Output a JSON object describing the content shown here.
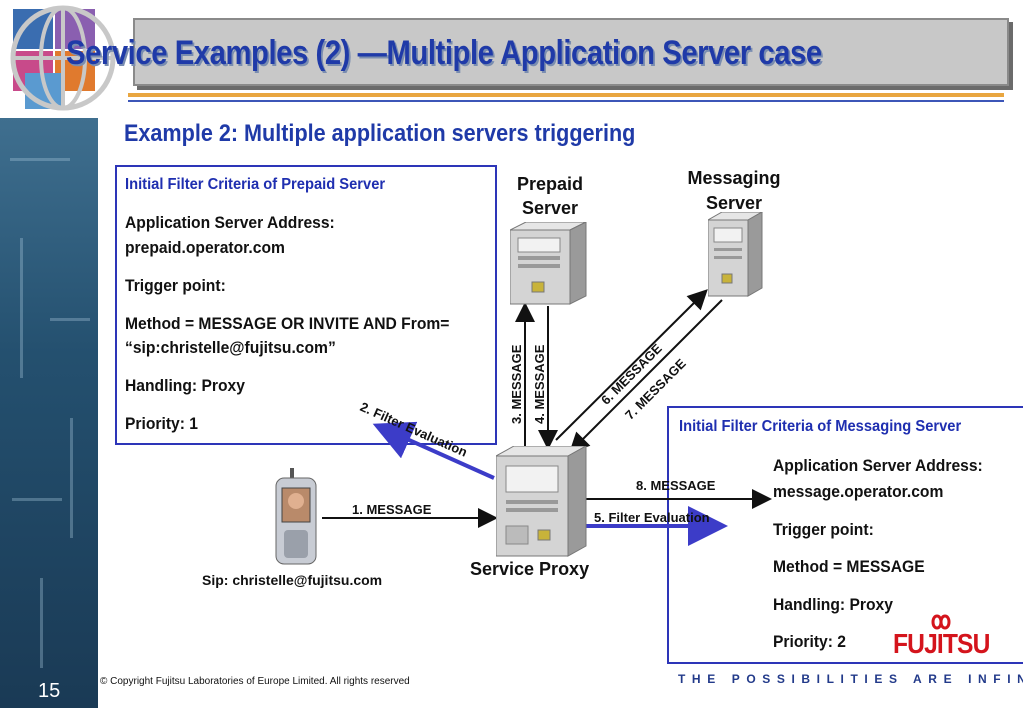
{
  "slide": {
    "title": "Service Examples (2) —Multiple Application Server case",
    "subtitle": "Example 2: Multiple application servers triggering",
    "page_number": "15",
    "copyright": "© Copyright Fujitsu Laboratories of  Europe Limited. All rights reserved",
    "tagline": "THE POSSIBILITIES ARE INFINITE",
    "brand": "FUJITSU"
  },
  "prepaid_ifc": {
    "header": "Initial Filter Criteria of Prepaid Server",
    "lines": [
      "Application Server Address:",
      "prepaid.operator.com",
      "Trigger point:",
      "Method = MESSAGE OR INVITE AND From=",
      "“sip:christelle@fujitsu.com”",
      "Handling: Proxy",
      "Priority: 1"
    ]
  },
  "messaging_ifc": {
    "header": "Initial Filter Criteria of Messaging Server",
    "lines": [
      "Application Server Address:",
      "message.operator.com",
      "Trigger point:",
      "Method = MESSAGE",
      "Handling: Proxy",
      "Priority: 2"
    ]
  },
  "nodes": {
    "prepaid_server": [
      "Prepaid",
      "Server"
    ],
    "messaging_server": [
      "Messaging",
      "Server"
    ],
    "service_proxy": "Service Proxy",
    "user": "Sip: christelle@fujitsu.com"
  },
  "steps": {
    "s1": "1. MESSAGE",
    "s2": "2. Filter Evaluation",
    "s3": "3. MESSAGE",
    "s4": "4. MESSAGE",
    "s5": "5. Filter Evaluation",
    "s6": "6. MESSAGE",
    "s7": "7. MESSAGE",
    "s8": "8. MESSAGE"
  },
  "colors": {
    "title_blue": "#1f3aa8",
    "box_border": "#2d35b8",
    "arrow_blue": "#3c3cc8",
    "accent_orange": "#e9a640",
    "brand_red": "#d4141c"
  }
}
